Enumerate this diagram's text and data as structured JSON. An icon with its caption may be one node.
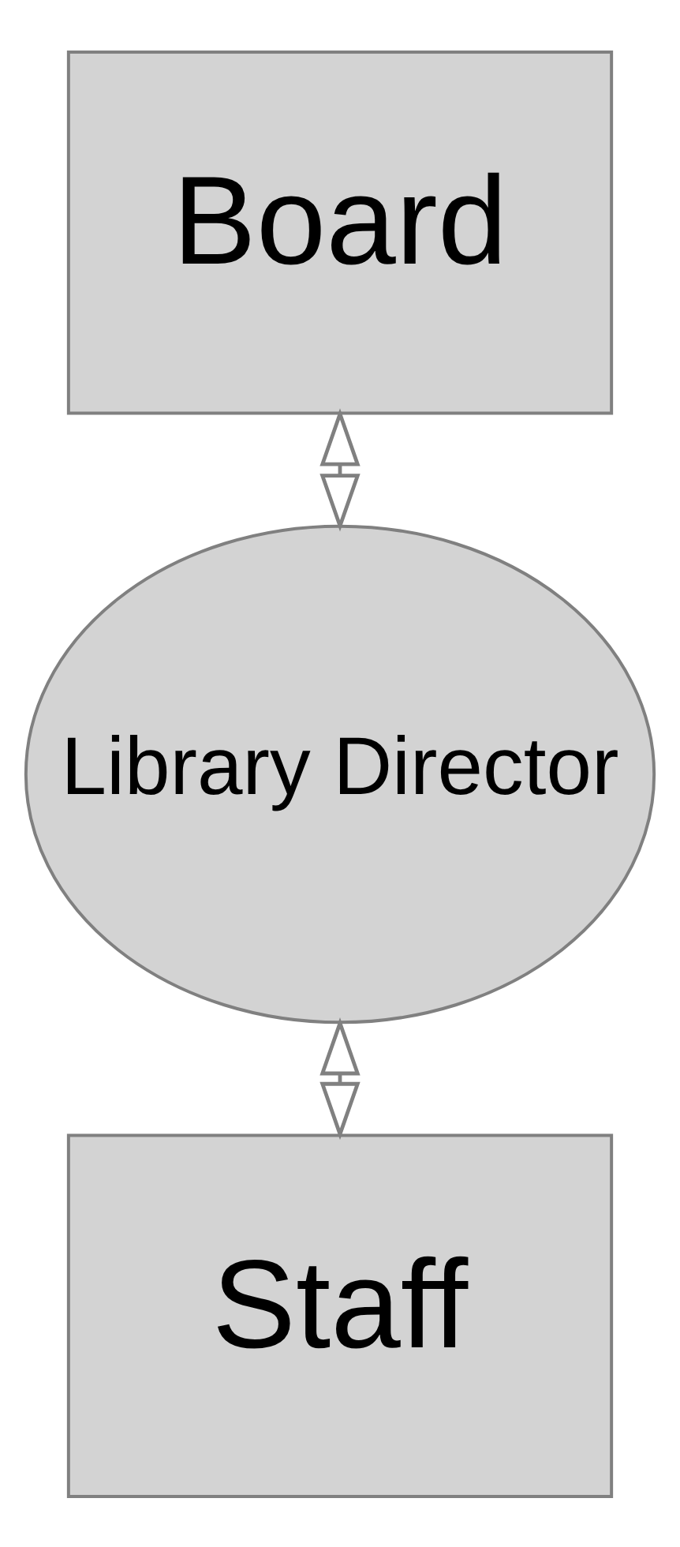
{
  "diagram": {
    "nodes": [
      {
        "text": [
          "Board"
        ]
      },
      {
        "text": [
          "Library Director"
        ]
      },
      {
        "text": [
          "Staff"
        ]
      }
    ],
    "edges": [
      {
        "from": 0,
        "to": 1,
        "arrow": "both"
      },
      {
        "from": 1,
        "to": 2,
        "arrow": "both"
      }
    ]
  }
}
